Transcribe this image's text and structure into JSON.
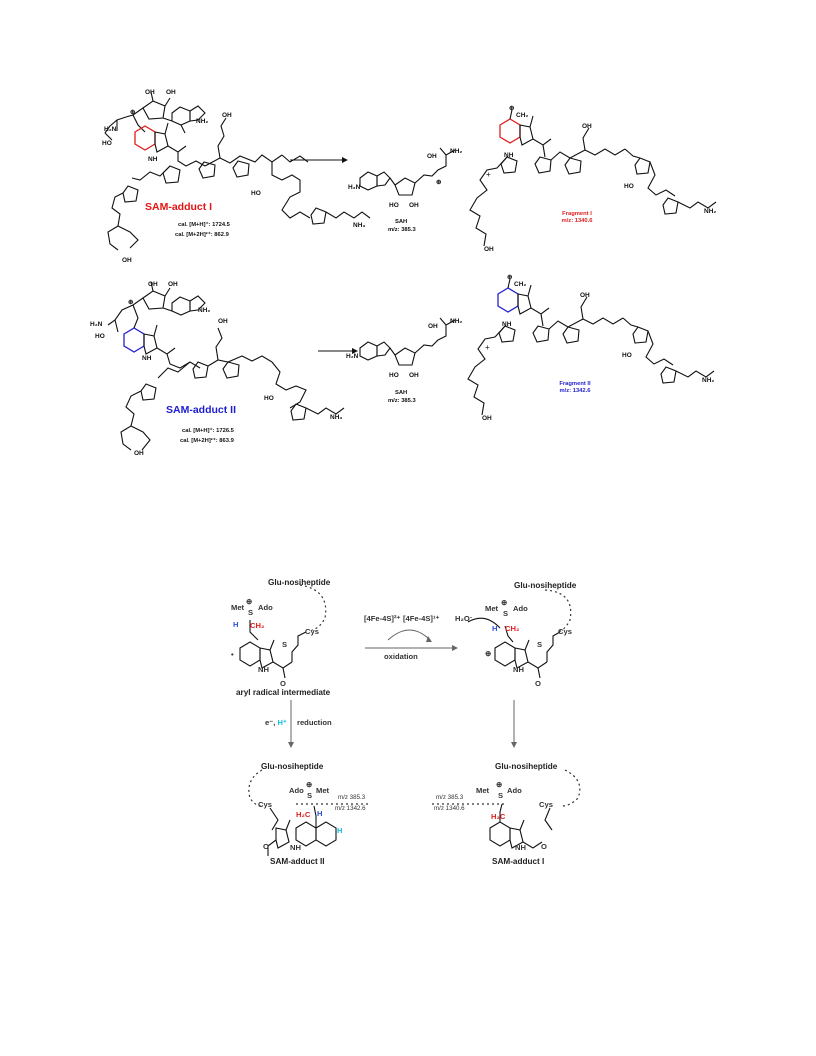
{
  "top": {
    "adduct1": {
      "name": "SAM-adduct I",
      "mass1": "cal. [M+H]⁺: 1724.5",
      "mass2": "cal. [M+2H]²⁺: 862.9"
    },
    "adduct2": {
      "name": "SAM-adduct II",
      "mass1": "cal. [M+H]⁺: 1726.5",
      "mass2": "cal. [M+2H]²⁺: 863.9"
    },
    "sah": {
      "name": "SAH",
      "mz": "m/z: 385.3"
    },
    "plus": "+",
    "fragment1": {
      "name": "Fragment I",
      "mz": "m/z: 1340.6"
    },
    "fragment2": {
      "name": "Fragment II",
      "mz": "m/z: 1342.6"
    },
    "atoms": {
      "nh2": "NH₂",
      "nh": "NH",
      "oh": "OH",
      "ho": "HO",
      "s": "S",
      "o": "O",
      "n": "N",
      "h2n": "H₂N",
      "nh3": "NH₃",
      "cooh": "OH",
      "ch2": "CH₂",
      "plus_circle": "⊕"
    }
  },
  "mechanism": {
    "glu_nosiheptide": "Glu-nosiheptide",
    "met": "Met",
    "ado": "Ado",
    "s": "S",
    "plus_circle": "⊕",
    "h": "H",
    "ch2": "CH₂",
    "h2c": "H₂C",
    "cys": "Cys",
    "nh": "NH",
    "o": "O",
    "aryl_radical": "aryl radical intermediate",
    "fe2": "[4Fe-4S]²⁺",
    "fe1": "[4Fe-4S]¹⁺",
    "oxidation": "oxidation",
    "h2o": "H₂O:",
    "e_h": "e⁻, ",
    "h_plus": "H⁺",
    "reduction": "reduction",
    "adduct2_label": "SAM-adduct II",
    "adduct1_label": "SAM-adduct I",
    "mz385": "m/z 385.3",
    "mz1342": "m/z 1342.6",
    "mz1340": "m/z 1340.6",
    "dot": "•"
  }
}
